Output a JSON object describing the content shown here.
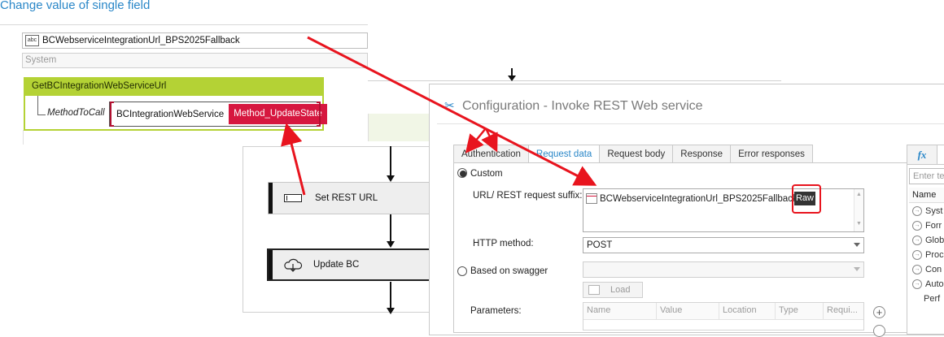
{
  "left_panel": {
    "heading": "Change value of single field",
    "field_value": "BCWebserviceIntegrationUrl_BPS2025Fallback",
    "field_type_icon": "abc",
    "system_placeholder": "System",
    "function_name": "GetBCIntegrationWebServiceUrl",
    "param_label": "MethodToCall",
    "param_value_text": "BCIntegrationWebService",
    "param_value_chip": "Method_UpdateState"
  },
  "workflow": {
    "nodes": [
      {
        "label": "Set REST URL",
        "icon": "text-field-icon"
      },
      {
        "label": "Update BC",
        "icon": "cloud-sync-icon"
      }
    ]
  },
  "dialog": {
    "title": "Configuration - Invoke REST Web service",
    "tabs": [
      "Authentication",
      "Request data",
      "Request body",
      "Response",
      "Error responses"
    ],
    "active_tab": "Request data",
    "custom_label": "Custom",
    "url_label": "URL/ REST request suffix:",
    "url_value": "BCWebserviceIntegrationUrl_BPS2025Fallback",
    "raw_chip": "Raw",
    "http_method_label": "HTTP method:",
    "http_method_value": "POST",
    "swagger_label": "Based on swagger",
    "load_button": "Load",
    "parameters_label": "Parameters:",
    "param_columns": [
      "Name",
      "Value",
      "Location",
      "Type",
      "Requi..."
    ]
  },
  "right_panel": {
    "fx_tab": "fx",
    "search_placeholder": "Enter te",
    "column_header": "Name",
    "items": [
      "Syst",
      "Forr",
      "Glob",
      "Proc",
      "Con",
      "Auto",
      "Perf"
    ]
  },
  "colors": {
    "accent_blue": "#2a87c8",
    "function_green": "#b4d235",
    "chip_red": "#d6173f",
    "annotation_red": "#e8141e"
  }
}
